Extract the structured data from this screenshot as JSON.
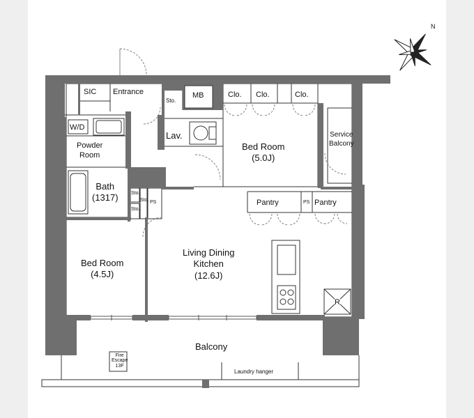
{
  "rooms": {
    "sic": "SIC",
    "entrance": "Entrance",
    "sto_top": "Sto.",
    "mb": "MB",
    "clo_1": "Clo.",
    "clo_2": "Clo.",
    "clo_3": "Clo.",
    "wd": "W/D",
    "lav": "Lav.",
    "powder_room": [
      "Powder",
      "Room"
    ],
    "bed_room_1": [
      "Bed Room",
      "(5.0J)"
    ],
    "service_balcony": [
      "Service",
      "Balcony"
    ],
    "bath": [
      "Bath",
      "(1317)"
    ],
    "sto_a": "Sto.",
    "sto_b": "Sto.",
    "sto_c": "Sto.",
    "ps_1": "PS",
    "ps_2": "PS",
    "pantry_1": "Pantry",
    "pantry_2": "Pantry",
    "bed_room_2": [
      "Bed Room",
      "(4.5J)"
    ],
    "ldk": [
      "Living Dining",
      "Kitchen",
      "(12.6J)"
    ],
    "refrigerator": "R",
    "balcony": "Balcony",
    "fire_escape": [
      "Fire",
      "Escape",
      "13F"
    ],
    "laundry_hanger": "Laundry hanger"
  },
  "compass": {
    "north_label": "N"
  },
  "colors": {
    "wall": "#6f6f6f",
    "line": "#333333",
    "frame": "#efefef"
  }
}
